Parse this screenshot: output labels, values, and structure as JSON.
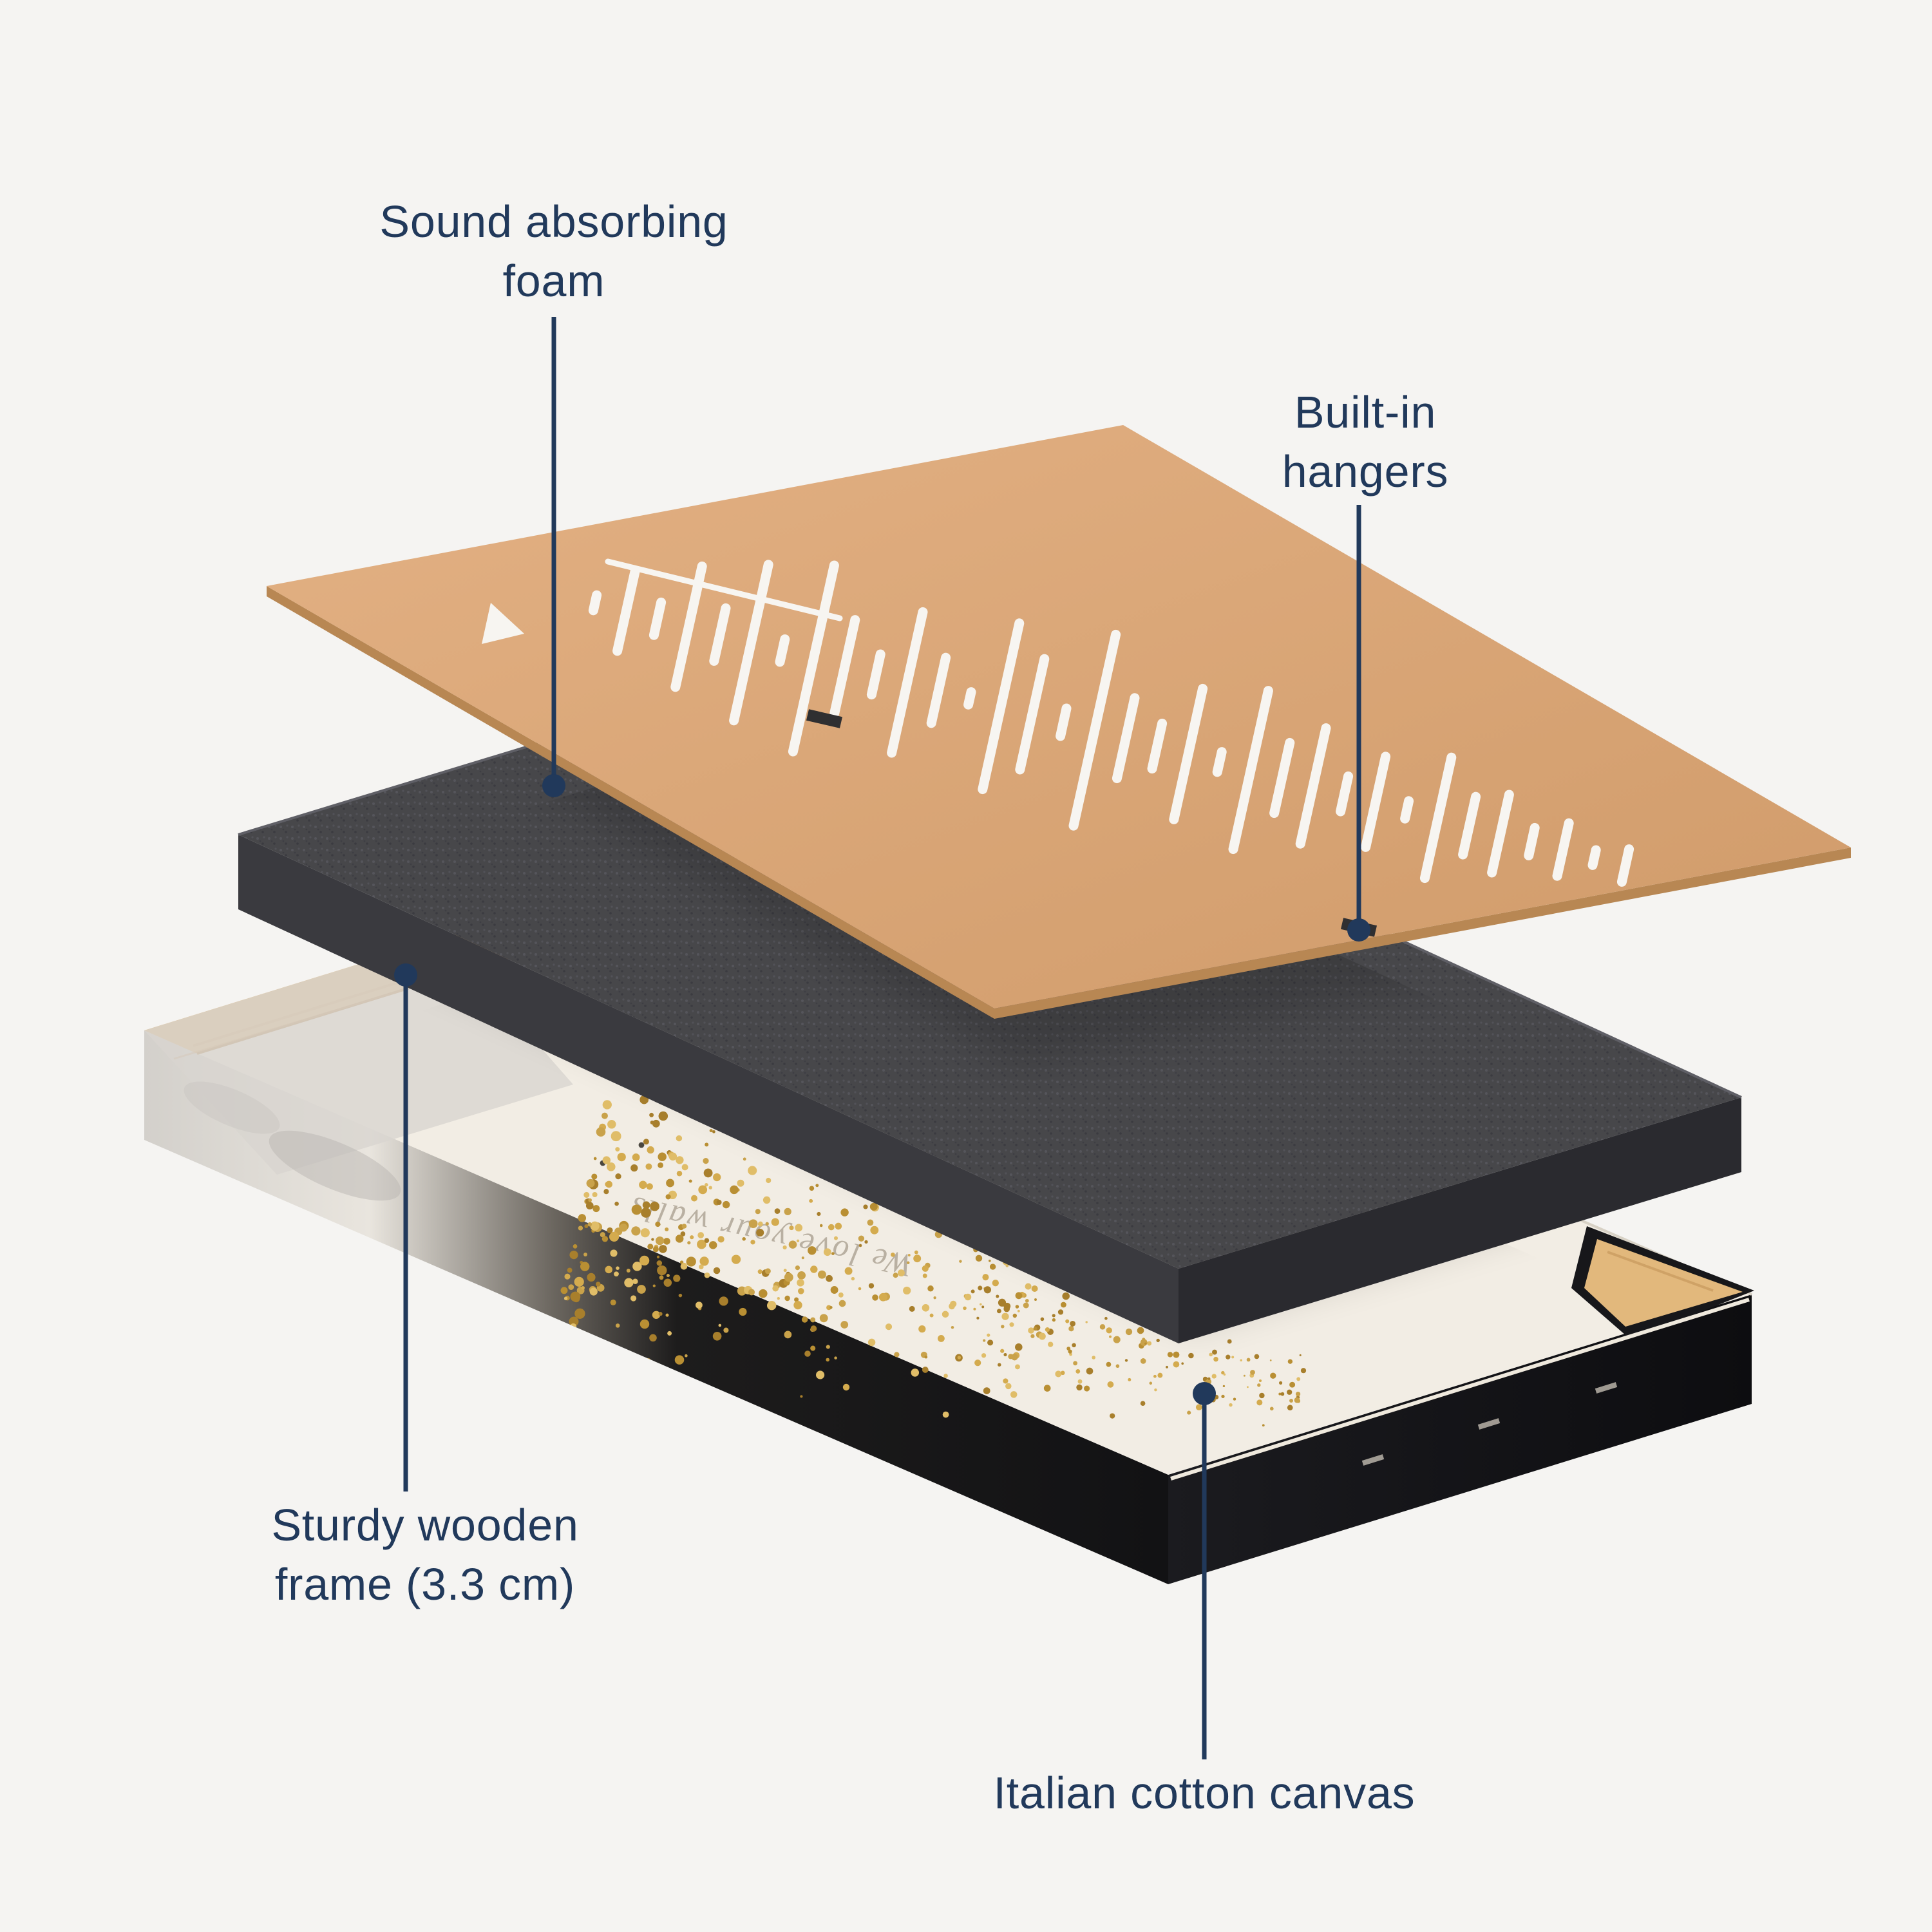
{
  "page": {
    "background": "#f5f4f2",
    "description": "Exploded view diagram of an acoustic soundwave wall-art panel"
  },
  "palette": {
    "accent": "#21395b",
    "board_wood": "#dcaa7c",
    "foam_gray": "#464649",
    "canvas_white": "#f2ede4",
    "frame_black": "#17171a",
    "gold_speckle": "#c9a24a",
    "stretcher_wood": "#e2b87c"
  },
  "callouts": {
    "foam": {
      "line1": "Sound absorbing",
      "line2": "foam"
    },
    "hangers": {
      "line1": "Built-in",
      "line2": "hangers"
    },
    "frame": {
      "line1": "Sturdy wooden",
      "line2": "frame (3.3 cm)"
    },
    "canvas": {
      "line1": "Italian cotton canvas"
    }
  },
  "canvas_print": {
    "back_text": "We love your walls"
  }
}
